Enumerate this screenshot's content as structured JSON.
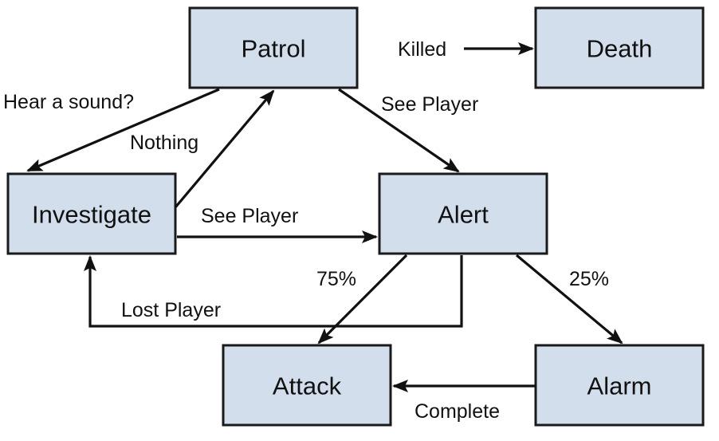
{
  "diagram": {
    "colors": {
      "box_fill": "#d3deed",
      "box_stroke": "#1a1a1a",
      "line": "#111111"
    },
    "states": {
      "patrol": "Patrol",
      "death": "Death",
      "investigate": "Investigate",
      "alert": "Alert",
      "attack": "Attack",
      "alarm": "Alarm"
    },
    "transitions": {
      "killed": "Killed",
      "hear_sound": "Hear a sound?",
      "nothing": "Nothing",
      "see_player_patrol": "See Player",
      "see_player_investigate": "See Player",
      "lost_player": "Lost Player",
      "pct_75": "75%",
      "pct_25": "25%",
      "complete": "Complete"
    }
  }
}
